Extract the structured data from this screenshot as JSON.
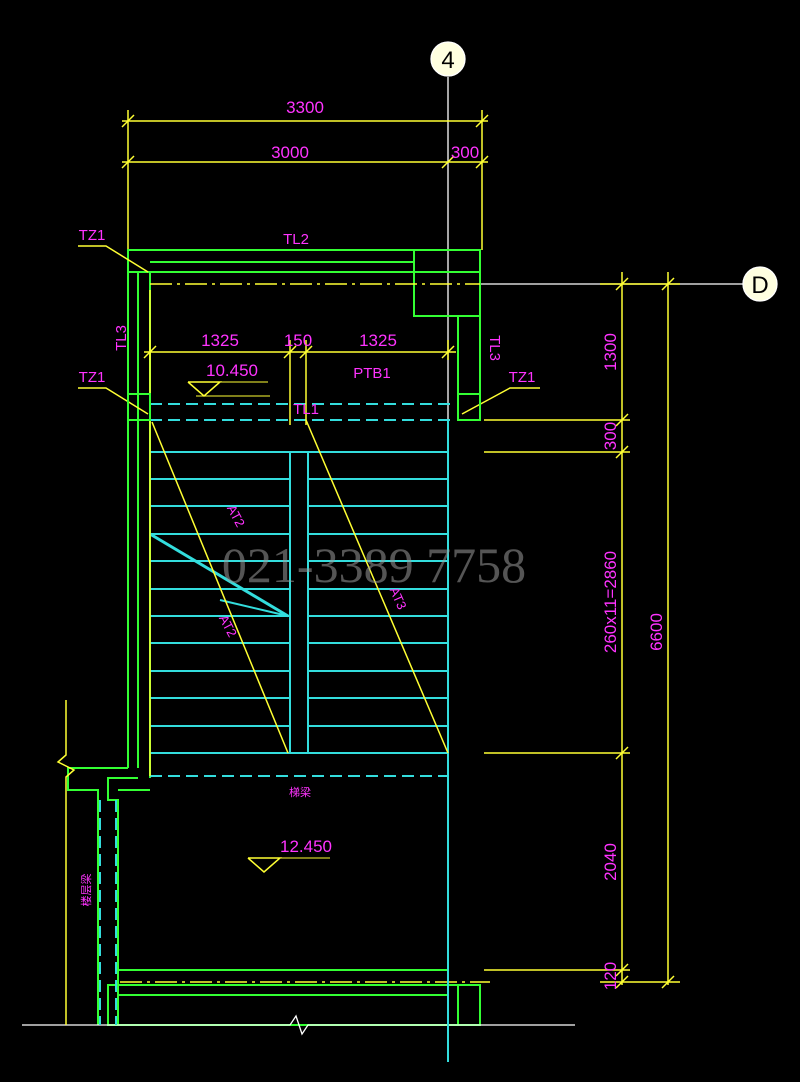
{
  "dimensions": {
    "overall_width": "3300",
    "main_width": "3000",
    "wall_width": "300",
    "flight_left": "1325",
    "gap": "150",
    "flight_right": "1325",
    "seg_top": "1300",
    "seg_300": "300",
    "seg_steps": "260x11=2860",
    "seg_2040": "2040",
    "seg_bottom": "120",
    "overall_height": "6600"
  },
  "axes": {
    "vertical": "4",
    "horizontal": "D"
  },
  "labels": {
    "tz1_top_left": "TZ1",
    "tl2": "TL2",
    "tl3_left": "TL3",
    "tl3_right": "TL3",
    "tz1_mid_left": "TZ1",
    "tz1_mid_right": "TZ1",
    "tl1": "TL1",
    "ptb1": "PTB1",
    "elev_upper": "10.450",
    "elev_lower": "12.450",
    "at2": "AT2",
    "at3": "AT3",
    "at2b": "AT2",
    "beam_note": "梯梁",
    "wall_note": "楼层梁"
  },
  "watermark": "021-3389 7758",
  "colors": {
    "background": "#000000",
    "dimension": "#ffff33",
    "text": "#ff33ff",
    "wall": "#33ff33",
    "stair": "#33dddd",
    "axis_bubble": "#ffffff"
  }
}
